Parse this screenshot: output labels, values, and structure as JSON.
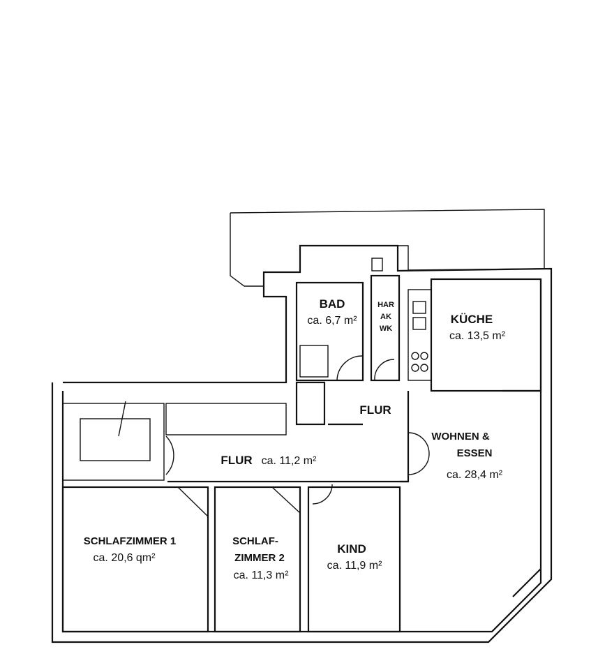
{
  "rooms": {
    "bad": {
      "name": "BAD",
      "area": "ca. 6,7 m²"
    },
    "technik": {
      "line1": "HAR",
      "line2": "AK",
      "line3": "WK"
    },
    "kueche": {
      "name": "KÜCHE",
      "area": "ca. 13,5 m²"
    },
    "flur_small": {
      "name": "FLUR"
    },
    "wohnen": {
      "line1": "WOHNEN &",
      "line2": "ESSEN",
      "area": "ca. 28,4 m²"
    },
    "flur": {
      "name": "FLUR",
      "area": "ca. 11,2 m²"
    },
    "schlaf1": {
      "name": "SCHLAFZIMMER 1",
      "area": "ca. 20,6 qm²"
    },
    "schlaf2": {
      "line1": "SCHLAF-",
      "line2": "ZIMMER 2",
      "area": "ca. 11,3 m²"
    },
    "kind": {
      "name": "KIND",
      "area": "ca. 11,9 m²"
    }
  }
}
